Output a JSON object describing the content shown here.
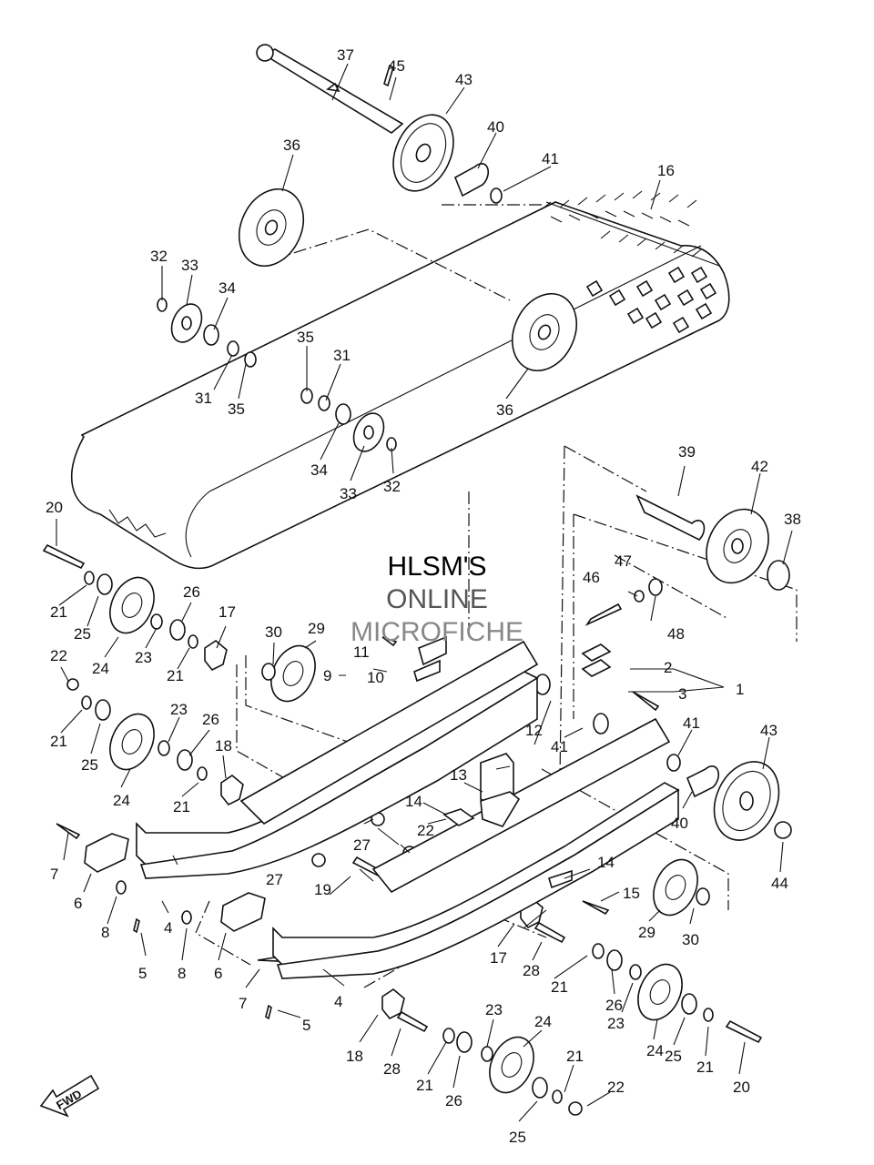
{
  "watermark": {
    "line1": "HLSM'S",
    "line2": "ONLINE",
    "line3": "MICROFICHE"
  },
  "badge": {
    "text": "FWD"
  },
  "callouts": [
    "1",
    "2",
    "3",
    "4",
    "5",
    "6",
    "7",
    "8",
    "9",
    "10",
    "11",
    "12",
    "13",
    "14",
    "15",
    "16",
    "17",
    "18",
    "19",
    "20",
    "21",
    "22",
    "23",
    "24",
    "25",
    "26",
    "27",
    "28",
    "29",
    "30",
    "31",
    "32",
    "33",
    "34",
    "35",
    "36",
    "37",
    "38",
    "39",
    "40",
    "41",
    "42",
    "43",
    "44",
    "45",
    "46",
    "47",
    "48"
  ]
}
